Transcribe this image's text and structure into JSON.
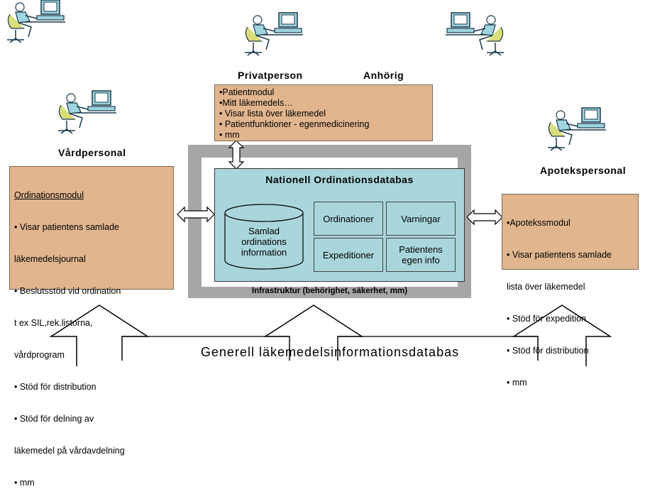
{
  "roles": {
    "privatperson": "Privatperson",
    "anhorig": "Anhörig",
    "vardpersonal": "Vårdpersonal",
    "apotekspersonal": "Apotekspersonal"
  },
  "privat_box": {
    "items": [
      "•Patientmodul",
      "•Mitt läkemedels…",
      "• Visar lista över läkemedel",
      "• Patientfunktioner - egenmedicinering",
      "• mm"
    ]
  },
  "vard_box": {
    "heading": "Ordinationsmodul",
    "items": [
      "• Visar patientens samlade",
      "  läkemedelsjournal",
      "• Beslutsstöd vid ordination",
      "  t ex SIL,rek.listorna,",
      "  vårdprogram",
      "• Stöd för distribution",
      "• Stöd för delning av",
      "  läkemedel på vårdavdelning",
      "• mm"
    ]
  },
  "apotek_box": {
    "items": [
      "•Apotekssmodul",
      "• Visar patientens samlade",
      "  lista över läkemedel",
      "• Stöd för expedition",
      "• Stöd för distribution",
      "• mm"
    ]
  },
  "database": {
    "title": "Nationell Ordinationsdatabas",
    "cylinder_lines": [
      "Samlad",
      "ordinations",
      "information"
    ],
    "cells": {
      "ordinationer": "Ordinationer",
      "varningar": "Varningar",
      "expeditioner": "Expeditioner",
      "patientens_line1": "Patientens",
      "patientens_line2": "egen info"
    }
  },
  "infrastructure_label": "Infrastruktur (behörighet, säkerhet, mm)",
  "general_db_label": "Generell läkemedelsinformationsdatabas",
  "colors": {
    "tan_box": "#e1b58e",
    "teal_box": "#a9d6dc",
    "gray_frame": "#a6a6a6"
  }
}
